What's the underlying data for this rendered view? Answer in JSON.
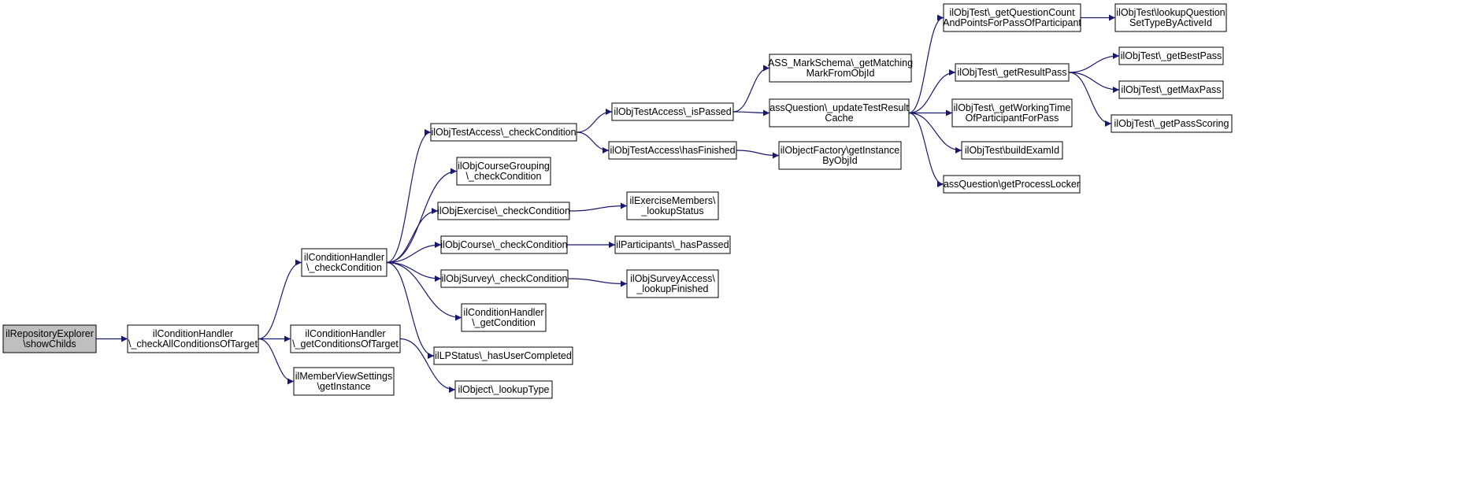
{
  "colors": {
    "edge": "#191970",
    "root_fill": "#bfbfbf",
    "node_fill": "#ffffff",
    "border": "#000000"
  },
  "nodes": [
    {
      "id": "root",
      "lines": [
        "ilRepositoryExplorer",
        "\\showChilds"
      ],
      "root": true
    },
    {
      "id": "checkAll",
      "lines": [
        "ilConditionHandler",
        "\\_checkAllConditionsOfTarget"
      ]
    },
    {
      "id": "checkCond",
      "lines": [
        "ilConditionHandler",
        "\\_checkCondition"
      ]
    },
    {
      "id": "getCondOfTarget",
      "lines": [
        "ilConditionHandler",
        "\\_getConditionsOfTarget"
      ]
    },
    {
      "id": "memberView",
      "lines": [
        "ilMemberViewSettings",
        "\\getInstance"
      ]
    },
    {
      "id": "lookupType",
      "lines": [
        "ilObject\\_lookupType"
      ]
    },
    {
      "id": "testCheck",
      "lines": [
        "ilObjTestAccess\\_checkCondition"
      ]
    },
    {
      "id": "courseGrouping",
      "lines": [
        "ilObjCourseGrouping",
        "\\_checkCondition"
      ]
    },
    {
      "id": "exerciseCheck",
      "lines": [
        "ilObjExercise\\_checkCondition"
      ]
    },
    {
      "id": "courseCheck",
      "lines": [
        "ilObjCourse\\_checkCondition"
      ]
    },
    {
      "id": "surveyCheck",
      "lines": [
        "ilObjSurvey\\_checkCondition"
      ]
    },
    {
      "id": "getCondition",
      "lines": [
        "ilConditionHandler",
        "\\_getCondition"
      ]
    },
    {
      "id": "lpStatus",
      "lines": [
        "ilLPStatus\\_hasUserCompleted"
      ]
    },
    {
      "id": "isPassed",
      "lines": [
        "ilObjTestAccess\\_isPassed"
      ]
    },
    {
      "id": "hasFinished",
      "lines": [
        "ilObjTestAccess\\hasFinished"
      ]
    },
    {
      "id": "exMembers",
      "lines": [
        "ilExerciseMembers\\",
        "_lookupStatus"
      ]
    },
    {
      "id": "participants",
      "lines": [
        "ilParticipants\\_hasPassed"
      ]
    },
    {
      "id": "surveyAccess",
      "lines": [
        "ilObjSurveyAccess\\",
        "_lookupFinished"
      ]
    },
    {
      "id": "markSchema",
      "lines": [
        "ASS_MarkSchema\\_getMatching",
        "MarkFromObjId"
      ]
    },
    {
      "id": "updateCache",
      "lines": [
        "assQuestion\\_updateTestResult",
        "Cache"
      ]
    },
    {
      "id": "objFactory",
      "lines": [
        "ilObjectFactory\\getInstance",
        "ByObjId"
      ]
    },
    {
      "id": "qCount",
      "lines": [
        "ilObjTest\\_getQuestionCount",
        "AndPointsForPassOfParticipant"
      ]
    },
    {
      "id": "resultPass",
      "lines": [
        "ilObjTest\\_getResultPass"
      ]
    },
    {
      "id": "workingTime",
      "lines": [
        "ilObjTest\\_getWorkingTime",
        "OfParticipantForPass"
      ]
    },
    {
      "id": "buildExam",
      "lines": [
        "ilObjTest\\buildExamId"
      ]
    },
    {
      "id": "procLocker",
      "lines": [
        "assQuestion\\getProcessLocker"
      ]
    },
    {
      "id": "lookupQSet",
      "lines": [
        "ilObjTest\\lookupQuestion",
        "SetTypeByActiveId"
      ]
    },
    {
      "id": "bestPass",
      "lines": [
        "ilObjTest\\_getBestPass"
      ]
    },
    {
      "id": "maxPass",
      "lines": [
        "ilObjTest\\_getMaxPass"
      ]
    },
    {
      "id": "passScoring",
      "lines": [
        "ilObjTest\\_getPassScoring"
      ]
    }
  ],
  "edges": [
    [
      "root",
      "checkAll"
    ],
    [
      "checkAll",
      "checkCond"
    ],
    [
      "checkAll",
      "getCondOfTarget"
    ],
    [
      "checkAll",
      "memberView"
    ],
    [
      "getCondOfTarget",
      "lookupType"
    ],
    [
      "checkCond",
      "testCheck"
    ],
    [
      "checkCond",
      "courseGrouping"
    ],
    [
      "checkCond",
      "exerciseCheck"
    ],
    [
      "checkCond",
      "courseCheck"
    ],
    [
      "checkCond",
      "surveyCheck"
    ],
    [
      "checkCond",
      "getCondition"
    ],
    [
      "checkCond",
      "lpStatus"
    ],
    [
      "testCheck",
      "isPassed"
    ],
    [
      "testCheck",
      "hasFinished"
    ],
    [
      "exerciseCheck",
      "exMembers"
    ],
    [
      "courseCheck",
      "participants"
    ],
    [
      "surveyCheck",
      "surveyAccess"
    ],
    [
      "isPassed",
      "markSchema"
    ],
    [
      "isPassed",
      "updateCache"
    ],
    [
      "hasFinished",
      "objFactory"
    ],
    [
      "updateCache",
      "qCount"
    ],
    [
      "updateCache",
      "resultPass"
    ],
    [
      "updateCache",
      "workingTime"
    ],
    [
      "updateCache",
      "buildExam"
    ],
    [
      "updateCache",
      "procLocker"
    ],
    [
      "qCount",
      "lookupQSet"
    ],
    [
      "resultPass",
      "bestPass"
    ],
    [
      "resultPass",
      "maxPass"
    ],
    [
      "resultPass",
      "passScoring"
    ]
  ]
}
